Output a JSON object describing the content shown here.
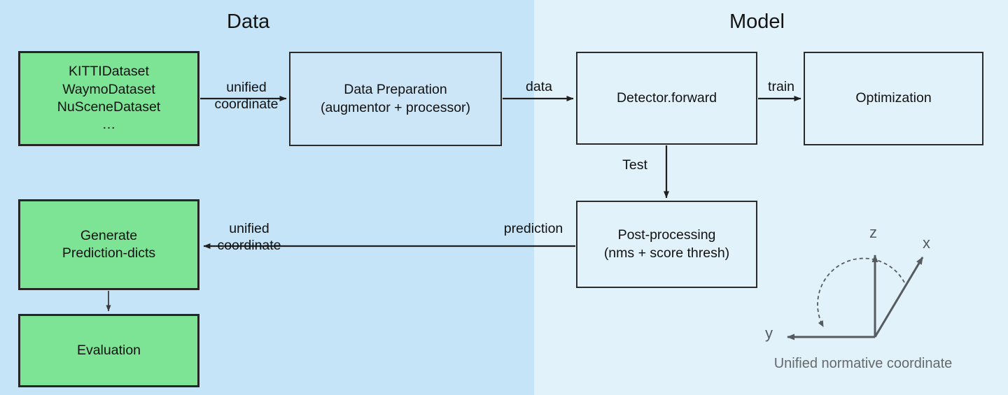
{
  "diagram": {
    "title_data": "Data",
    "title_model": "Model"
  },
  "panels": [
    {
      "name": "data",
      "label": "Data",
      "color": "#c6e4f7"
    },
    {
      "name": "model",
      "label": "Model",
      "color": "#e2f2fb"
    }
  ],
  "nodes": {
    "datasets": "KITTIDataset\nWaymoDataset\nNuSceneDataset\n…",
    "data_preparation": "Data Preparation\n(augmentor + processor)",
    "detector_forward": "Detector.forward",
    "optimization": "Optimization",
    "post_processing": "Post-processing\n(nms + score thresh)",
    "generate_prediction_dicts": "Generate\nPrediction-dicts",
    "evaluation": "Evaluation"
  },
  "edge_labels": {
    "unified_coordinate_top": "unified\ncoordinate",
    "data": "data",
    "train": "train",
    "test": "Test",
    "prediction": "prediction",
    "unified_coordinate_bottom": "unified\ncoordinate"
  },
  "coordinate_system": {
    "axis_z": "z",
    "axis_x": "x",
    "axis_y": "y",
    "caption": "Unified normative coordinate"
  },
  "colors": {
    "panel_data": "#c6e4f7",
    "panel_model": "#e2f2fb",
    "node_green": "#7ee495",
    "node_border": "#262626",
    "text": "#111111",
    "coordinate_stroke": "#555b5e"
  }
}
